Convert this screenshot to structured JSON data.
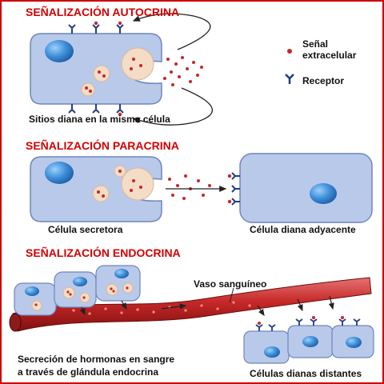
{
  "sections": {
    "autocrine": {
      "title": "SEÑALIZACIÓN AUTOCRINA",
      "caption": "Sitios diana en la misma célula"
    },
    "paracrine": {
      "title": "SEÑALIZACIÓN PARACRINA",
      "secretory_label": "Célula secretora",
      "target_label": "Célula diana adyacente"
    },
    "endocrine": {
      "title": "SEÑALIZACIÓN ENDOCRINA",
      "vessel_label": "Vaso sanguíneo",
      "secretion_line1": "Secreción de hormonas en sangre",
      "secretion_line2": "a través de glándula endocrina",
      "targets_label": "Células dianas distantes"
    }
  },
  "legend": {
    "signal": "Señal",
    "signal_line2": "extracelular",
    "receptor": "Receptor"
  },
  "colors": {
    "frame": "#cc0000",
    "title": "#d40000",
    "cell_fill": "#b9c9ea",
    "cell_stroke": "#6f86bd",
    "nucleus": "#4d8fd1",
    "vesicle": "#f4dcc6",
    "signal": "#c62828",
    "receptor": "#1f3c88",
    "vessel": "#b71c1c"
  }
}
